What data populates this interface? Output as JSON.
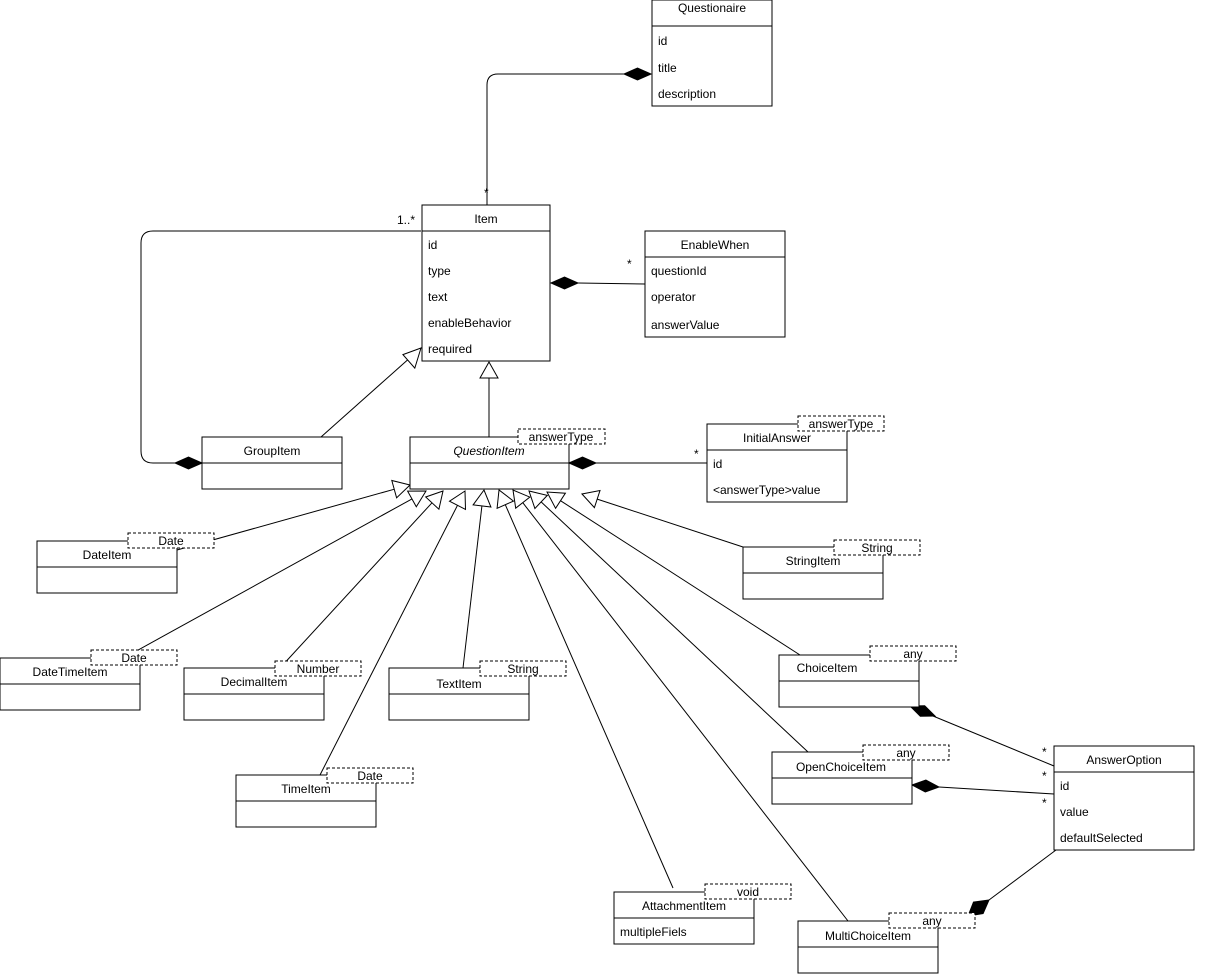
{
  "classes": {
    "questionaire": {
      "name": "Questionaire",
      "attrs": [
        "id",
        "title",
        "description"
      ]
    },
    "item": {
      "name": "Item",
      "attrs": [
        "id",
        "type",
        "text",
        "enableBehavior",
        "required"
      ]
    },
    "enable_when": {
      "name": "EnableWhen",
      "attrs": [
        "questionId",
        "operator",
        "answerValue"
      ]
    },
    "group_item": {
      "name": "GroupItem",
      "attrs": []
    },
    "question_item": {
      "name": "QuestionItem",
      "template": "answerType",
      "attrs": []
    },
    "initial_answer": {
      "name": "InitialAnswer",
      "template": "answerType",
      "attrs": [
        "id",
        "<answerType>value"
      ]
    },
    "date_item": {
      "name": "DateItem",
      "template": "Date",
      "attrs": []
    },
    "string_item": {
      "name": "StringItem",
      "template": "String",
      "attrs": []
    },
    "date_time_item": {
      "name": "DateTimeItem",
      "template": "Date",
      "attrs": []
    },
    "decimal_item": {
      "name": "DecimalItem",
      "template": "Number",
      "attrs": []
    },
    "text_item": {
      "name": "TextItem",
      "template": "String",
      "attrs": []
    },
    "choice_item": {
      "name": "ChoiceItem",
      "template": "any",
      "attrs": []
    },
    "open_choice_item": {
      "name": "OpenChoiceItem",
      "template": "any",
      "attrs": []
    },
    "answer_option": {
      "name": "AnswerOption",
      "attrs": [
        "id",
        "value",
        "defaultSelected"
      ]
    },
    "time_item": {
      "name": "TimeItem",
      "template": "Date",
      "attrs": []
    },
    "attachment_item": {
      "name": "AttachmentItem",
      "template": "void",
      "attrs": [
        "multipleFiels"
      ]
    },
    "multi_choice_item": {
      "name": "MultiChoiceItem",
      "template": "any",
      "attrs": []
    }
  },
  "multiplicities": {
    "item_in_questionaire": "*",
    "group_children": "1..*",
    "enable_when": "*",
    "initial_answer": "*",
    "answer_option_choice": "*",
    "answer_option_open": "*",
    "answer_option_open_2": "*"
  }
}
